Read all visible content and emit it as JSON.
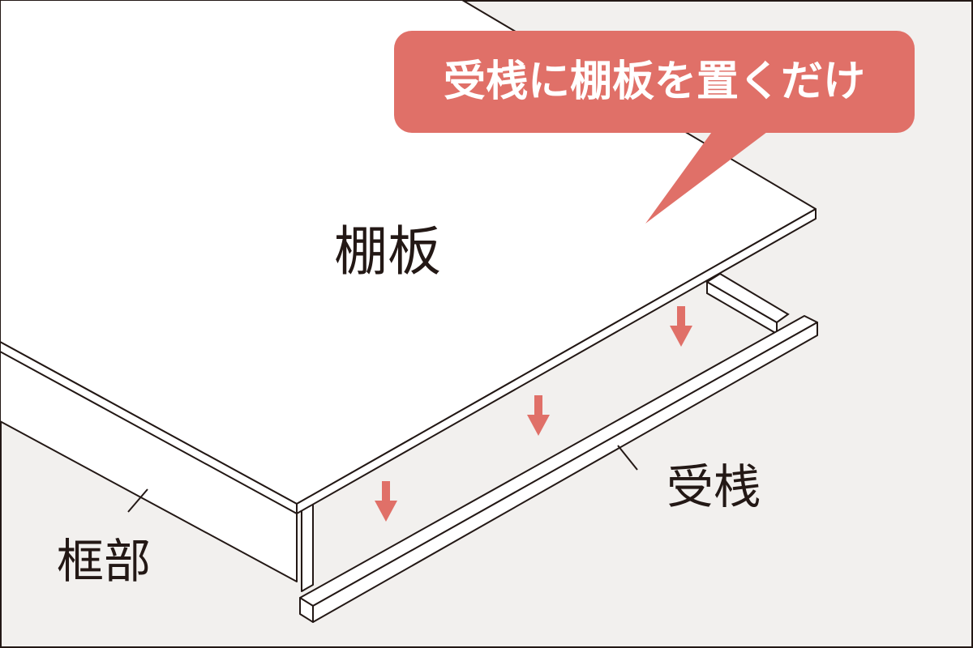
{
  "callout": {
    "text": "受桟に棚板を置くだけ"
  },
  "labels": {
    "shelf_board": "棚板",
    "support_cleat": "受桟",
    "frame": "框部"
  },
  "colors": {
    "background": "#f2f0ee",
    "panel_fill": "#ffffff",
    "outline": "#231815",
    "accent": "#e07068",
    "label_text": "#231815"
  },
  "icons": {
    "arrow": "down-arrow-icon"
  }
}
